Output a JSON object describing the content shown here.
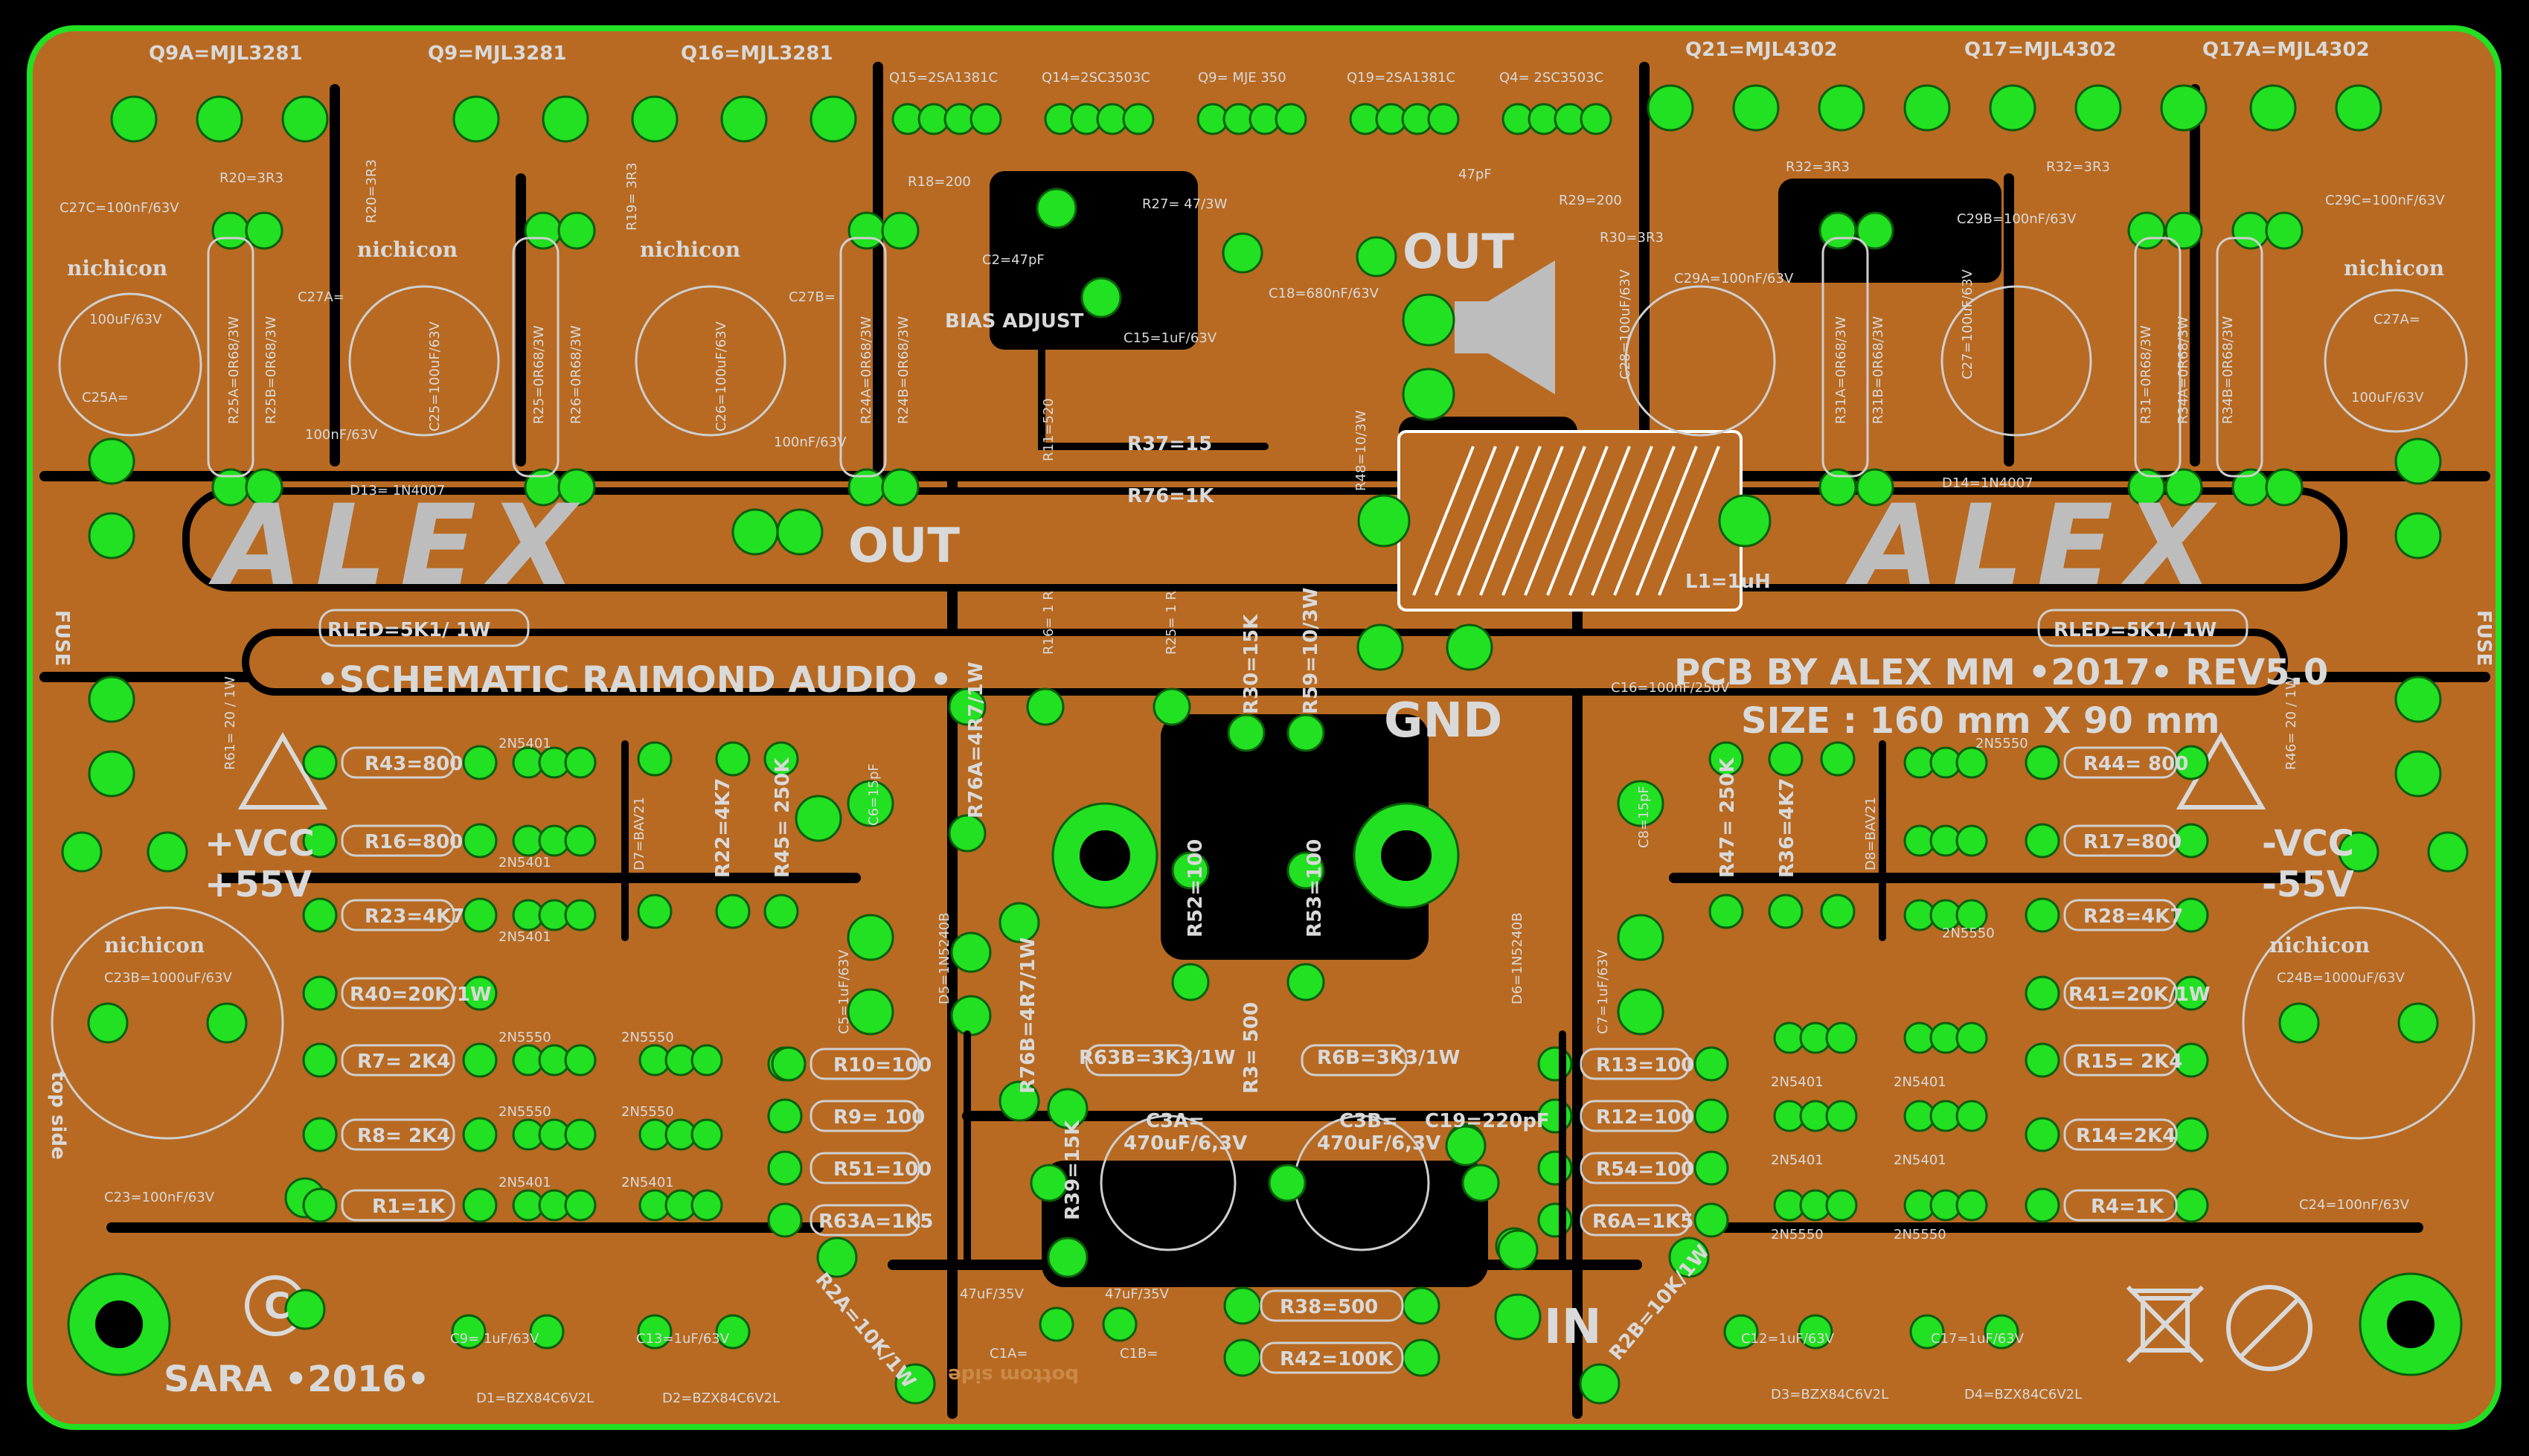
{
  "colors": {
    "background": "#000000",
    "copper": "#b86a22",
    "board_edge": "#22e022",
    "pad": "#22e022",
    "silkscreen": "#d9d9d9"
  },
  "icons": [
    "speaker-icon",
    "warning-triangle-icon",
    "recycle-bin-icon",
    "lead-free-icon",
    "copyright-icon"
  ],
  "headings": {
    "logo_left": "ALEX",
    "logo_right": "ALEX",
    "schematic": "•SCHEMATIC RAIMOND AUDIO •",
    "pcb_by": "PCB BY ALEX MM •2017• REV5.0",
    "size": "SIZE : 160 mm X 90 mm",
    "sara": "SARA •2016•",
    "copyright": "C",
    "top_side": "top side",
    "bottom_side": "bottom side",
    "bias_adjust": "BIAS ADJUST",
    "out_top": "OUT",
    "out_left": "OUT",
    "gnd": "GND",
    "in": "IN",
    "vcc_pos_1": "+VCC",
    "vcc_pos_2": "+55V",
    "vcc_neg_1": "-VCC",
    "vcc_neg_2": "-55V",
    "fuse_left": "FUSE",
    "fuse_right": "FUSE",
    "nichicon": "nichicon",
    "l1": "L1=1uH"
  },
  "transistors_top": [
    {
      "ref": "Q9A=MJL3281"
    },
    {
      "ref": "Q9=MJL3281"
    },
    {
      "ref": "Q16=MJL3281"
    },
    {
      "ref": "Q15=2SA1381C"
    },
    {
      "ref": "Q14=2SC3503C"
    },
    {
      "ref": "Q9= MJE 350"
    },
    {
      "ref": "Q19=2SA1381C"
    },
    {
      "ref": "Q4= 2SC3503C"
    },
    {
      "ref": "Q21=MJL4302"
    },
    {
      "ref": "Q17=MJL4302"
    },
    {
      "ref": "Q17A=MJL4302"
    }
  ],
  "capacitors": [
    {
      "ref": "C27C=100nF/63V"
    },
    {
      "ref": "C25A="
    },
    {
      "ref": "100uF/63V"
    },
    {
      "ref": "C27A="
    },
    {
      "ref": "C25=100uF/63V"
    },
    {
      "ref": "100nF/63V"
    },
    {
      "ref": "C27B="
    },
    {
      "ref": "C26=100uF/63V"
    },
    {
      "ref": "100nF/63V"
    },
    {
      "ref": "C2=47pF"
    },
    {
      "ref": "C18=680nF/63V"
    },
    {
      "ref": "C15=1uF/63V"
    },
    {
      "ref": "47pF"
    },
    {
      "ref": "C29A=100nF/63V"
    },
    {
      "ref": "C28=100uF/63V"
    },
    {
      "ref": "C29B=100nF/63V"
    },
    {
      "ref": "C27=100uF/63V"
    },
    {
      "ref": "C29C=100nF/63V"
    },
    {
      "ref": "C27A="
    },
    {
      "ref": "100uF/63V"
    },
    {
      "ref": "C16=100nF/250V"
    },
    {
      "ref": "C6=15pF"
    },
    {
      "ref": "C8=15pF"
    },
    {
      "ref": "C23B=1000uF/63V"
    },
    {
      "ref": "C23=100nF/63V"
    },
    {
      "ref": "C24B=1000uF/63V"
    },
    {
      "ref": "C24=100nF/63V"
    },
    {
      "ref": "C5=1uF/63V"
    },
    {
      "ref": "C7=1uF/63V"
    },
    {
      "ref": "C3A="
    },
    {
      "ref": "470uF/6,3V"
    },
    {
      "ref": "C3B="
    },
    {
      "ref": "470uF/6,3V"
    },
    {
      "ref": "C19=220pF"
    },
    {
      "ref": "47uF/35V"
    },
    {
      "ref": "C1A="
    },
    {
      "ref": "47uF/35V"
    },
    {
      "ref": "C1B="
    },
    {
      "ref": "C9= 1uF/63V"
    },
    {
      "ref": "C13=1uF/63V"
    },
    {
      "ref": "C12=1uF/63V"
    },
    {
      "ref": "C17=1uF/63V"
    }
  ],
  "resistors_top": [
    {
      "ref": "R20=3R3"
    },
    {
      "ref": "R20=3R3"
    },
    {
      "ref": "R19= 3R3"
    },
    {
      "ref": "R18=200"
    },
    {
      "ref": "R27= 47/3W"
    },
    {
      "ref": "R29=200"
    },
    {
      "ref": "R30=3R3"
    },
    {
      "ref": "R32=3R3"
    },
    {
      "ref": "R32=3R3"
    },
    {
      "ref": "R25A=0R68/3W"
    },
    {
      "ref": "R25B=0R68/3W"
    },
    {
      "ref": "R25=0R68/3W"
    },
    {
      "ref": "R26=0R68/3W"
    },
    {
      "ref": "R24A=0R68/3W"
    },
    {
      "ref": "R24B=0R68/3W"
    },
    {
      "ref": "R31A=0R68/3W"
    },
    {
      "ref": "R31B=0R68/3W"
    },
    {
      "ref": "R31=0R68/3W"
    },
    {
      "ref": "R34A=0R68/3W"
    },
    {
      "ref": "R34B=0R68/3W"
    },
    {
      "ref": "R11=520"
    },
    {
      "ref": "R37=15"
    },
    {
      "ref": "R76=1K"
    },
    {
      "ref": "R48=10/3W"
    }
  ],
  "resistors_mid": [
    {
      "ref": "RLED=5K1/ 1W"
    },
    {
      "ref": "RLED=5K1/ 1W"
    },
    {
      "ref": "R61= 20 / 1W"
    },
    {
      "ref": "R46= 20 / 1W"
    },
    {
      "ref": "R16= 1 R"
    },
    {
      "ref": "R25= 1 R"
    },
    {
      "ref": "R30=15K"
    },
    {
      "ref": "R59=10/3W"
    },
    {
      "ref": "R76A=4R7/1W"
    },
    {
      "ref": "R76B=4R7/1W"
    },
    {
      "ref": "R22=4K7"
    },
    {
      "ref": "R45= 250K"
    },
    {
      "ref": "R47= 250K"
    },
    {
      "ref": "R36=4K7"
    },
    {
      "ref": "R52=100"
    },
    {
      "ref": "R53=100"
    },
    {
      "ref": "R3= 500"
    }
  ],
  "resistors_left": [
    {
      "ref": "R43=800"
    },
    {
      "ref": "R16=800"
    },
    {
      "ref": "R23=4K7"
    },
    {
      "ref": "R40=20K/1W"
    },
    {
      "ref": "R7= 2K4"
    },
    {
      "ref": "R8= 2K4"
    },
    {
      "ref": "R1=1K"
    }
  ],
  "resistors_right": [
    {
      "ref": "R44= 800"
    },
    {
      "ref": "R17=800"
    },
    {
      "ref": "R28=4K7"
    },
    {
      "ref": "R41=20K/1W"
    },
    {
      "ref": "R15= 2K4"
    },
    {
      "ref": "R14=2K4"
    },
    {
      "ref": "R4=1K"
    }
  ],
  "resistors_center": [
    {
      "ref": "R10=100"
    },
    {
      "ref": "R9= 100"
    },
    {
      "ref": "R51=100"
    },
    {
      "ref": "R63A=1K5"
    },
    {
      "ref": "R63B=3K3/1W"
    },
    {
      "ref": "R6B=3K3/1W"
    },
    {
      "ref": "R13=100"
    },
    {
      "ref": "R12=100"
    },
    {
      "ref": "R54=100"
    },
    {
      "ref": "R6A=1K5"
    },
    {
      "ref": "R39=15K"
    },
    {
      "ref": "R38=500"
    },
    {
      "ref": "R42=100K"
    },
    {
      "ref": "R2A=10K/1W"
    },
    {
      "ref": "R2B=10K/1W"
    }
  ],
  "diodes": [
    {
      "ref": "D13= 1N4007"
    },
    {
      "ref": "D14=1N4007"
    },
    {
      "ref": "D7=BAV21"
    },
    {
      "ref": "D8=BAV21"
    },
    {
      "ref": "D5=1N5240B"
    },
    {
      "ref": "D6=1N5240B"
    },
    {
      "ref": "D1=BZX84C6V2L"
    },
    {
      "ref": "D2=BZX84C6V2L"
    },
    {
      "ref": "D3=BZX84C6V2L"
    },
    {
      "ref": "D4=BZX84C6V2L"
    }
  ],
  "small_transistors": [
    {
      "ref": "2N5401"
    },
    {
      "ref": "2N5401"
    },
    {
      "ref": "2N5401"
    },
    {
      "ref": "2N5550"
    },
    {
      "ref": "2N5550"
    },
    {
      "ref": "2N5550"
    },
    {
      "ref": "2N5550"
    },
    {
      "ref": "2N5401"
    },
    {
      "ref": "2N5401"
    },
    {
      "ref": "2N5550"
    },
    {
      "ref": "2N5550"
    },
    {
      "ref": "2N5401"
    },
    {
      "ref": "2N5401"
    },
    {
      "ref": "2N5401"
    },
    {
      "ref": "2N5401"
    },
    {
      "ref": "2N5550"
    },
    {
      "ref": "2N5550"
    }
  ]
}
